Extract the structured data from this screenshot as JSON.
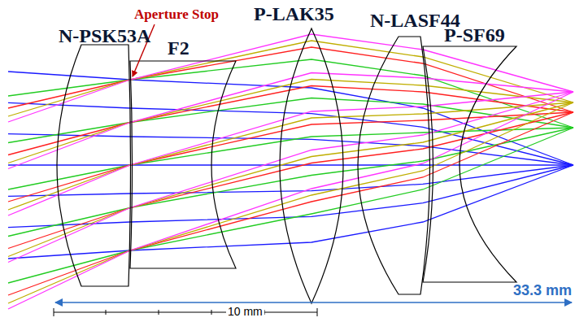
{
  "diagram": {
    "labels": [
      "Aperture Stop",
      "N-PSK53A",
      "F2",
      "P-LAK35",
      "N-LASF44",
      "P-SF69",
      "33.3 mm",
      "10 mm"
    ]
  }
}
